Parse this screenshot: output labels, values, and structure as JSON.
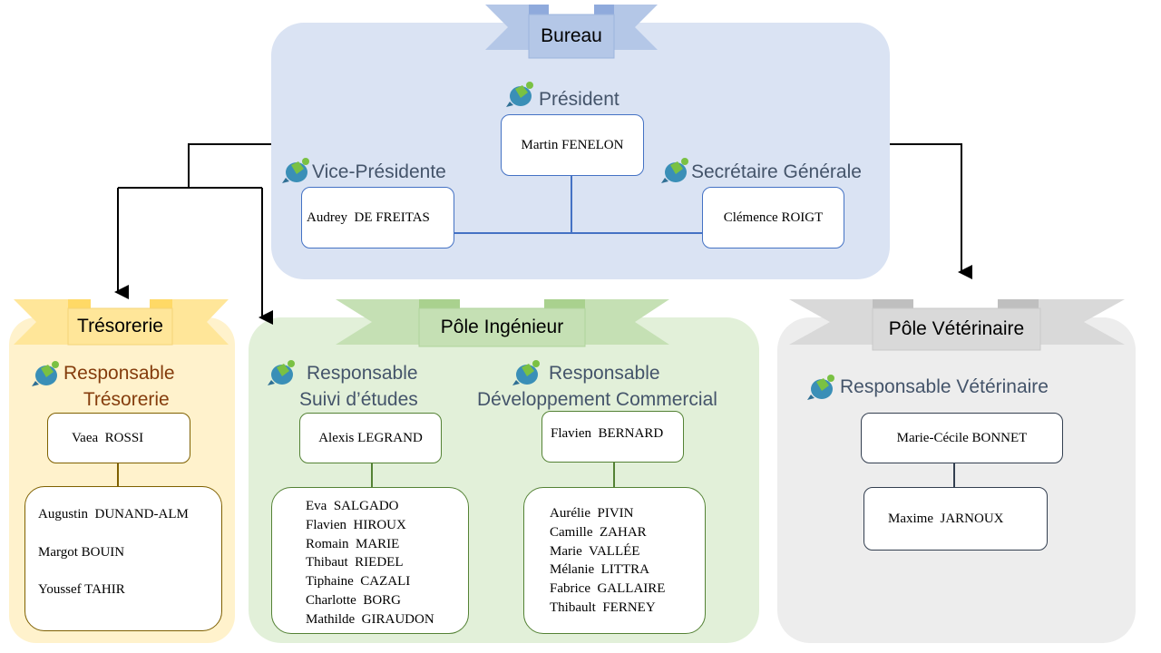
{
  "bureau": {
    "title": "Bureau",
    "president": {
      "role": "Président",
      "name": "Martin FENELON"
    },
    "vice_presidente": {
      "role": "Vice-Présidente",
      "name": "Audrey  DE FREITAS"
    },
    "secretaire": {
      "role": "Secrétaire Générale",
      "name": "Clémence ROIGT"
    }
  },
  "tresorerie": {
    "title": "Trésorerie",
    "role_line1": "Responsable",
    "role_line2": "Trésorerie",
    "lead": "Vaea  ROSSI",
    "members": [
      "Augustin  DUNAND-ALM",
      "Margot BOUIN",
      "Youssef TAHIR"
    ]
  },
  "pole_ingenieur": {
    "title": "Pôle Ingénieur",
    "suivi": {
      "role_line1": "Responsable",
      "role_line2": "Suivi d’études",
      "lead": "Alexis LEGRAND",
      "members": [
        "Eva  SALGADO",
        "Flavien  HIROUX",
        "Romain  MARIE",
        "Thibaut  RIEDEL",
        "Tiphaine  CAZALI",
        "Charlotte  BORG",
        "Mathilde  GIRAUDON"
      ]
    },
    "commercial": {
      "role_line1": "Responsable",
      "role_line2": "Développement Commercial",
      "lead": "Flavien  BERNARD",
      "members": [
        "Aurélie  PIVIN",
        "Camille  ZAHAR",
        "Marie  VALLÉE",
        "Mélanie  LITTRA",
        "Fabrice  GALLAIRE",
        "Thibault  FERNEY"
      ]
    }
  },
  "pole_veterinaire": {
    "title": "Pôle Vétérinaire",
    "role": "Responsable Vétérinaire",
    "lead": "Marie-Cécile BONNET",
    "members": [
      "Maxime  JARNOUX"
    ]
  },
  "colors": {
    "bureau_bg": "#dae3f3",
    "bureau_banner": "#b4c7e7",
    "tresorerie_bg": "#fff2cc",
    "tresorerie_banner": "#ffe699",
    "ingenieur_bg": "#e2f0d9",
    "ingenieur_banner": "#c5e0b4",
    "veterinaire_bg": "#ededed",
    "veterinaire_banner": "#d9d9d9",
    "role_text": "#44546a",
    "tresorerie_role_text": "#843c0c"
  },
  "icons": [
    "turtle-icon"
  ]
}
